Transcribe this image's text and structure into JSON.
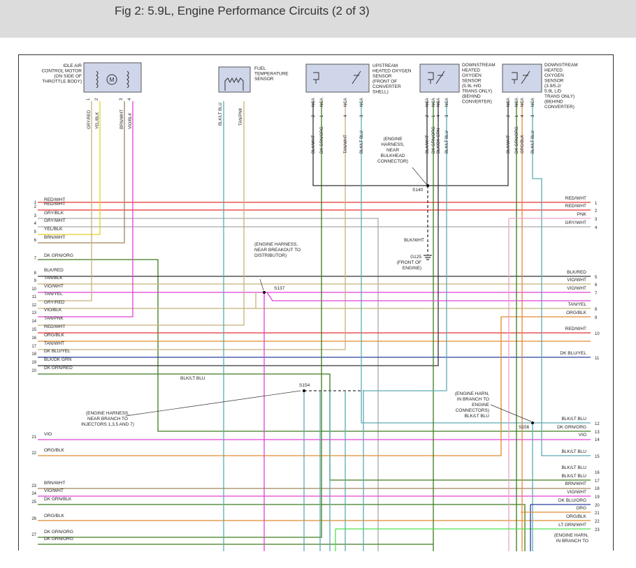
{
  "title": "Fig 2: 5.9L, Engine Performance Circuits (2 of 3)",
  "components": {
    "iac": [
      "IDLE AIR",
      "CONTROL MOTOR",
      "(ON SIDE OF",
      "THROTTLE BODY)"
    ],
    "fuel": [
      "FUEL",
      "TEMPERATURE",
      "SENSOR"
    ],
    "up_o2": [
      "UPSTREAM",
      "HEATED OXYGEN",
      "SENSOR",
      "(FRONT OF",
      "CONVERTER",
      "SHELL)"
    ],
    "down_o2_a": [
      "DOWNSTREAM",
      "HEATED",
      "OXYGEN",
      "SENSOR",
      "(5.9L H/D",
      "TRANS ONLY)",
      "(BEHIND",
      "CONVERTER)"
    ],
    "down_o2_b": [
      "DOWNSTREAM",
      "HEATED",
      "OXYGEN",
      "SENSOR",
      "(3.9/5.2/",
      "5.9L L/D",
      "TRANS ONLY)",
      "(BEHIND",
      "CONVERTER)"
    ],
    "motor_symbol": "M",
    "iac_pins": [
      "1",
      "2",
      "3",
      "4"
    ],
    "iac_wires": [
      "GRY/RED",
      "YEL/BLK",
      "BRN/WHT",
      "VIO/BLK"
    ],
    "fuel_wires": [
      "BLK/LT BLU",
      "TAN/PNK"
    ],
    "up_nca": [
      "NCA",
      "NCA",
      "NCA",
      "NCA"
    ],
    "up_pins": [
      "2",
      "1",
      "4",
      "3"
    ],
    "up_wires": [
      "BLK/WHT",
      "DK GRN/ORG",
      "TAN/WHT",
      "BLK/LT BLU"
    ],
    "da_nca": [
      "NCA",
      "NCA",
      "NCA",
      "NCA"
    ],
    "da_pins": [
      "2",
      "1",
      "4",
      "3"
    ],
    "da_wires": [
      "BLK/WHT",
      "DK GRN/ORG",
      "BLK/DK GRN",
      "BLK/LT BLU"
    ],
    "db_nca": [
      "NCA",
      "NCA",
      "NCA",
      "NCA"
    ],
    "db_pins": [
      "2",
      "1",
      "4",
      "3"
    ],
    "db_wires": [
      "BLK/WHT",
      "DK GRN/ORG",
      "ORG/BLK",
      "BLK/LT BLU"
    ]
  },
  "annotations": {
    "s140_note": [
      "(ENGINE",
      "HARNESS,",
      "NEAR",
      "BULKHEAD",
      "CONNECTOR)"
    ],
    "s140": "S140",
    "blkwht": "BLK/WHT",
    "g125": [
      "G125",
      "(FRONT OF",
      "ENGINE)"
    ],
    "s137_note": [
      "(ENGINE HARNESS,",
      "NEAR BREAKOUT TO",
      "DISTRIBUTOR)"
    ],
    "s137": "S137",
    "s154": "S154",
    "s154_note": [
      "(ENGINE HARNESS,",
      "NEAR BRANCH TO",
      "INJECTORS 1,3,5 AND 7)"
    ],
    "blkltblu_mid": "BLK/LT BLU",
    "s156_note": [
      "(ENGINE HARN,",
      "IN BRANCH TO",
      "ENGINE",
      "CONNECTORS)",
      "BLK/LT BLU"
    ],
    "s156": "S156",
    "bottom_note": [
      "(ENGINE HARN,",
      "IN BRANCH TO"
    ]
  },
  "left_rows": [
    {
      "n": "1",
      "label": "RED/WHT"
    },
    {
      "n": "2",
      "label": "RED/WHT"
    },
    {
      "n": "3",
      "label": "GRY/BLK"
    },
    {
      "n": "4",
      "label": "GRY/WHT"
    },
    {
      "n": "5",
      "label": "YEL/BLK"
    },
    {
      "n": "6",
      "label": "BRN/WHT"
    },
    {
      "n": "7",
      "label": "DK GRN/ORG"
    },
    {
      "n": "8",
      "label": "BLK/RED"
    },
    {
      "n": "9",
      "label": "TAN/BLK"
    },
    {
      "n": "10",
      "label": "VIO/WHT"
    },
    {
      "n": "11",
      "label": "TAN/YEL"
    },
    {
      "n": "12",
      "label": "GRY/RED"
    },
    {
      "n": "13",
      "label": "VIO/BLK"
    },
    {
      "n": "14",
      "label": "TAN/PNK"
    },
    {
      "n": "15",
      "label": "RED/WHT"
    },
    {
      "n": "16",
      "label": "ORG/BLK"
    },
    {
      "n": "17",
      "label": "TAN/WHT"
    },
    {
      "n": "18",
      "label": "DK BLU/YEL"
    },
    {
      "n": "19",
      "label": "BLK/DK GRN"
    },
    {
      "n": "20",
      "label": "DK GRN/RED"
    },
    {
      "n": "21",
      "label": "VIO"
    },
    {
      "n": "22",
      "label": "ORG/BLK"
    },
    {
      "n": "23",
      "label": "BRN/WHT"
    },
    {
      "n": "24",
      "label": "VIO/WHT"
    },
    {
      "n": "25",
      "label": "DK GRN/BLK"
    },
    {
      "n": "26",
      "label": "ORG/BLK"
    },
    {
      "n": "27",
      "label": "DK GRN/ORG"
    },
    {
      "n": "",
      "label": "DK GRN/ORG"
    }
  ],
  "right_rows": [
    {
      "n": "1",
      "label": "RED/WHT"
    },
    {
      "n": "2",
      "label": "RED/WHT"
    },
    {
      "n": "3",
      "label": "PNK"
    },
    {
      "n": "4",
      "label": "GRY/WHT"
    },
    {
      "n": "5",
      "label": "BLK/RED"
    },
    {
      "n": "6",
      "label": "VIO/WHT"
    },
    {
      "n": "7",
      "label": "VIO/WHT"
    },
    {
      "n": "8",
      "label": "TAN/YEL"
    },
    {
      "n": "9",
      "label": "ORG/BLK"
    },
    {
      "n": "10",
      "label": "RED/WHT"
    },
    {
      "n": "11",
      "label": "DK BLU/YEL"
    },
    {
      "n": "12",
      "label": "BLK/LT BLU"
    },
    {
      "n": "13",
      "label": "DK GRN/ORG"
    },
    {
      "n": "14",
      "label": "VIO"
    },
    {
      "n": "15",
      "label": "BLK/LT BLU"
    },
    {
      "n": "16",
      "label": "BLK/LT BLU"
    },
    {
      "n": "17",
      "label": "BLK/LT BLU"
    },
    {
      "n": "18",
      "label": "BRN/WHT"
    },
    {
      "n": "19",
      "label": "VIO/WHT"
    },
    {
      "n": "20",
      "label": "DK BLU/ORG"
    },
    {
      "n": "21",
      "label": "ORG"
    },
    {
      "n": "22",
      "label": "ORG/BLK"
    },
    {
      "n": "23",
      "label": "LT GRN/WHT"
    }
  ],
  "colors": {
    "red": "#e8322e",
    "gray": "#a9a9a9",
    "yellow": "#e8d020",
    "brown": "#a0845a",
    "dkgreen": "#3d7a1e",
    "black": "#333333",
    "tan": "#c8b07a",
    "violet": "#e040d8",
    "orange": "#e08a30",
    "ltblue": "#5aaab4",
    "dkblue": "#2a3aa0",
    "ltgreen": "#4ee04e",
    "pink": "#f0a0c8"
  }
}
